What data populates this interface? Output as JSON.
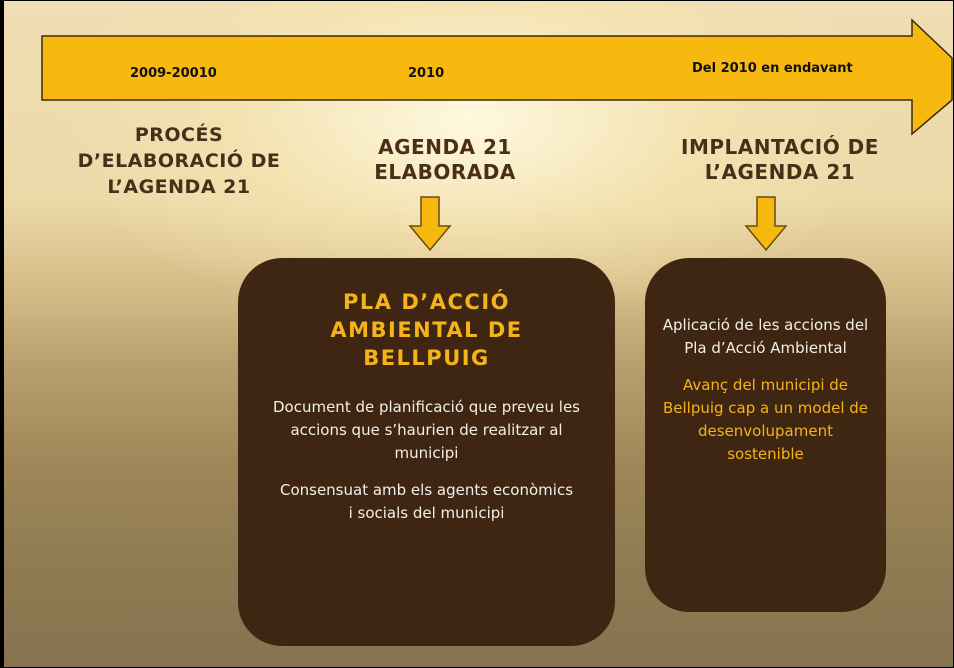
{
  "timeline": {
    "labels": [
      "2009-20010",
      "2010",
      "Del 2010 en endavant"
    ]
  },
  "phases": [
    "PROCÉS D’ELABORACIÓ DE L’AGENDA 21",
    "AGENDA 21 ELABORADA",
    "IMPLANTACIÓ DE L’AGENDA 21"
  ],
  "box1": {
    "title": "PLA D’ACCIÓ AMBIENTAL DE BELLPUIG",
    "text1": "Document de planificació que preveu les accions que s’haurien de realitzar al municipi",
    "text2": "Consensuat amb els agents econòmics i socials del municipi"
  },
  "box2": {
    "text1": "Aplicació de les accions del Pla d’Acció Ambiental",
    "text2": "Avanç del municipi de Bellpuig cap a un model de desenvolupament sostenible"
  },
  "colors": {
    "arrow_fill": "#f7b80f",
    "box_fill": "#3f2612",
    "accent_text": "#f5b31a",
    "phase_text": "#4a2e1a"
  }
}
